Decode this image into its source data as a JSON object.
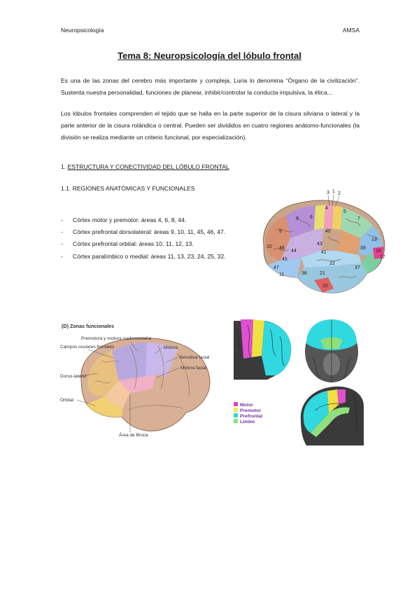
{
  "header": {
    "left": "Neuropsicología",
    "right": "AMSA"
  },
  "title": "Tema 8: Neuropsicología del lóbulo frontal",
  "paragraphs": [
    "Es una de las zonas del cerebro más importante y compleja, Luria lo denomina “Órgano de la civilización”. Sustenta nuestra personalidad, funciones de planear, inhibir/controlar la conducta impulsiva, la ética...",
    "Los lóbulos frontales comprenden el tejido que se halla en la parte superior de la cisura silviana o lateral y la parte anterior de la cisura rolándica o central. Pueden ser divididos en cuatro regiones anátomo-funcionales (la división se realiza mediante un criterio funcional, por especialización)."
  ],
  "section1": {
    "number": "1.",
    "title": "ESTRUCTURA Y CONECTIVIDAD DEL LÓBULO FRONTAL"
  },
  "section11": {
    "title": "1.1. REGIONES ANATÓMICAS Y FUNCIONALES"
  },
  "regions": [
    "Córtex motor y premotor: áreas 4, 6, 8, 44.",
    "Córtex prefrontal dorsolateral: áreas 9, 10, 11, 45, 46, 47.",
    "Córtex prefrontal orbital: áreas 10, 11, 12, 13.",
    "Córtex paralímbico o medial: áreas 11, 13, 23, 24, 25, 32."
  ],
  "brodmann": {
    "areas": [
      "3",
      "1",
      "2",
      "4",
      "5",
      "6",
      "7",
      "8",
      "9",
      "10",
      "46",
      "44",
      "45",
      "47",
      "11",
      "40",
      "43",
      "41",
      "39",
      "19",
      "18",
      "17",
      "22",
      "21",
      "37",
      "38",
      "20"
    ]
  },
  "zonas": {
    "title": "(D) Zonas funcionales",
    "labels": {
      "premotora": "Premotora y motora suplementaria",
      "campos": "Campos oculares frontales",
      "motora": "Motora",
      "sensitiva": "Sensitiva facial",
      "motora_facial": "Motora facial",
      "dorso": "Dorso-lateral",
      "orbital": "Orbital",
      "broca": "Área de Broca"
    }
  },
  "legend": [
    {
      "label": "Motor",
      "color": "#d946c8"
    },
    {
      "label": "Premotor",
      "color": "#f2ea4a"
    },
    {
      "label": "Prefrontal",
      "color": "#2fd8d8"
    },
    {
      "label": "Limbic",
      "color": "#8fe07a"
    }
  ]
}
